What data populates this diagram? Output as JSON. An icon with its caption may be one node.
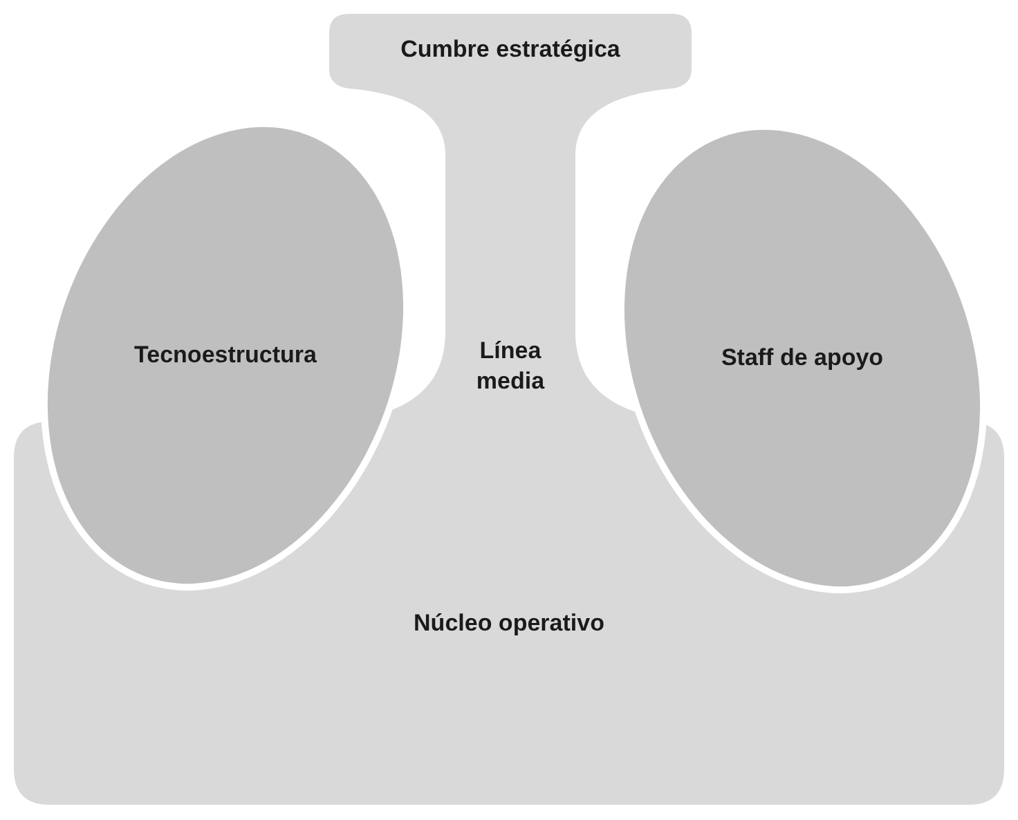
{
  "diagram": {
    "nodes": [
      {
        "text": [
          "Cumbre estratégica"
        ]
      },
      {
        "text": [
          "Línea media"
        ]
      },
      {
        "text": [
          "Núcleo operativo"
        ]
      },
      {
        "text": [
          "Tecnoestructura"
        ]
      },
      {
        "text": [
          "Staff de apoyo"
        ]
      }
    ]
  }
}
